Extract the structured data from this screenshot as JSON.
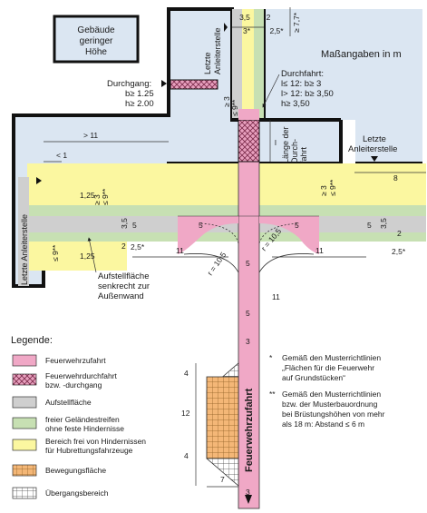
{
  "colors": {
    "building": "#dbe6f2",
    "fire_lane": "#f0a8c6",
    "passage": "#e8a0be",
    "setup_area": "#cfcfcf",
    "terrain_strip": "#c7e0b3",
    "obstacle_free": "#fbf7a0",
    "movement_area": "#f4b777",
    "transition_area": "#ffffff",
    "outline": "#111111"
  },
  "building": {
    "label_l1": "Gebäude",
    "label_l2": "geringer",
    "label_l3": "Höhe"
  },
  "units_note": "Maßangaben in m",
  "durchgang": {
    "title": "Durchgang:",
    "b": "b≥ 1.25",
    "h": "h≥ 2.00"
  },
  "durchfahrt": {
    "title": "Durchfahrt:",
    "l1": "l≤ 12: b≥ 3",
    "l2": "l> 12: b≥ 3,50",
    "l3": "h≥ 3,50"
  },
  "leiterstelle_top": {
    "l1": "Letzte",
    "l2": "Anleiterstelle"
  },
  "leiterstelle_right": {
    "l1": "Letzte",
    "l2": "Anleiterstelle"
  },
  "leiterstelle_left": "Letzte Anleiterstelle",
  "laenge_durchfahrt": {
    "l1": "Länge der",
    "l2": "Durch-",
    "l3": "fahrt"
  },
  "aufstell_note": {
    "l1": "Aufstellfläche",
    "l2": "senkrecht zur",
    "l3": "Außenwand"
  },
  "lane_label": "Feuerwehrzufahrt",
  "dims": {
    "top_35": "3,5",
    "top_3s": "3*",
    "top_2": "2",
    "top_25s": "2,5*",
    "top_77": "≥ 7,7*",
    "v_3": "≥ 3",
    "v_9": "≤ 9**",
    "l_11": "> 11",
    "l_1": "< 1",
    "l_125a": "1,25",
    "l_125b": "1,25",
    "l_3": "≥ 3",
    "l_9a": "≤ 9**",
    "l_9b": "≤ 9**",
    "l_35": "3,5",
    "l_5": "5",
    "l_2": "2",
    "l_25": "2,5*",
    "c_5a": "5",
    "c_5b": "5",
    "c_11a": "11",
    "c_11b": "11",
    "r_105a": "r = 10,5",
    "r_105b": "r = 10,5",
    "c_5c": "5",
    "lane_11": "11",
    "lane_5": "5",
    "lane_3a": "3",
    "lane_3b": "3",
    "r_3": "≥ 3",
    "r_9": "≤ 9**",
    "r_8": "8",
    "r_35": "3,5",
    "r_5": "5",
    "r_2": "2",
    "r_25": "2,5*",
    "len_l": "l",
    "m_4a": "4",
    "m_12": "12",
    "m_4b": "4",
    "m_7": "7"
  },
  "legend": {
    "title": "Legende:",
    "items": [
      {
        "label_l1": "Feuerwehrzufahrt",
        "label_l2": ""
      },
      {
        "label_l1": "Feuerwehrdurchfahrt",
        "label_l2": "bzw. -durchgang"
      },
      {
        "label_l1": "Aufstellfläche",
        "label_l2": ""
      },
      {
        "label_l1": "freier Geländestreifen",
        "label_l2": "ohne feste Hindernisse"
      },
      {
        "label_l1": "Bereich frei von Hindernissen",
        "label_l2": "für Hubrettungsfahrzeuge"
      },
      {
        "label_l1": "Bewegungsfläche",
        "label_l2": ""
      },
      {
        "label_l1": "Übergangsbereich",
        "label_l2": ""
      }
    ]
  },
  "notes": {
    "n1_mark": "*",
    "n1_l1": "Gemäß den Musterrichtlinien",
    "n1_l2": "„Flächen für die Feuerwehr",
    "n1_l3": "auf Grundstücken“",
    "n2_mark": "**",
    "n2_l1": "Gemäß den Musterrichtlinien",
    "n2_l2": "bzw. der Musterbauordnung",
    "n2_l3": "bei Brüstungshöhen von mehr",
    "n2_l4": "als 18 m: Abstand ≤ 6 m"
  }
}
